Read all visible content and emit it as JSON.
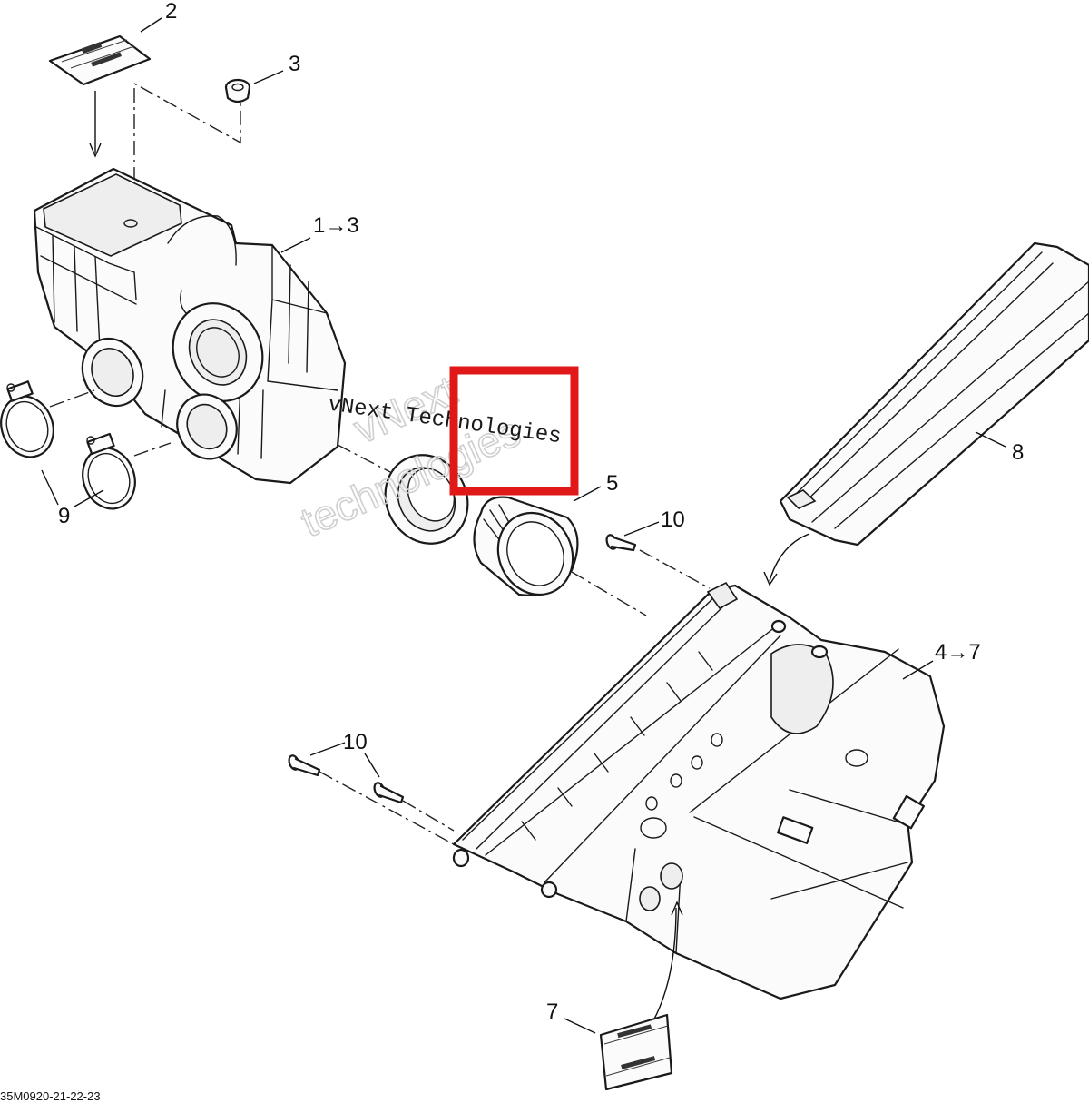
{
  "callouts": {
    "c2": "2",
    "c3": "3",
    "c1_3": "1→3",
    "c8": "8",
    "c9": "9",
    "c5": "5",
    "c10_top": "10",
    "c4_7": "4→7",
    "c10_bottom": "10",
    "c7": "7"
  },
  "watermark": {
    "main": "vNext Technologies",
    "ghost_line1": "vNext",
    "ghost_line2": "technologies"
  },
  "drawing_code": "35M0920-21-22-23",
  "colors": {
    "highlight_box": "#e01818",
    "line_art": "#1a1a1a",
    "background": "#ffffff"
  }
}
